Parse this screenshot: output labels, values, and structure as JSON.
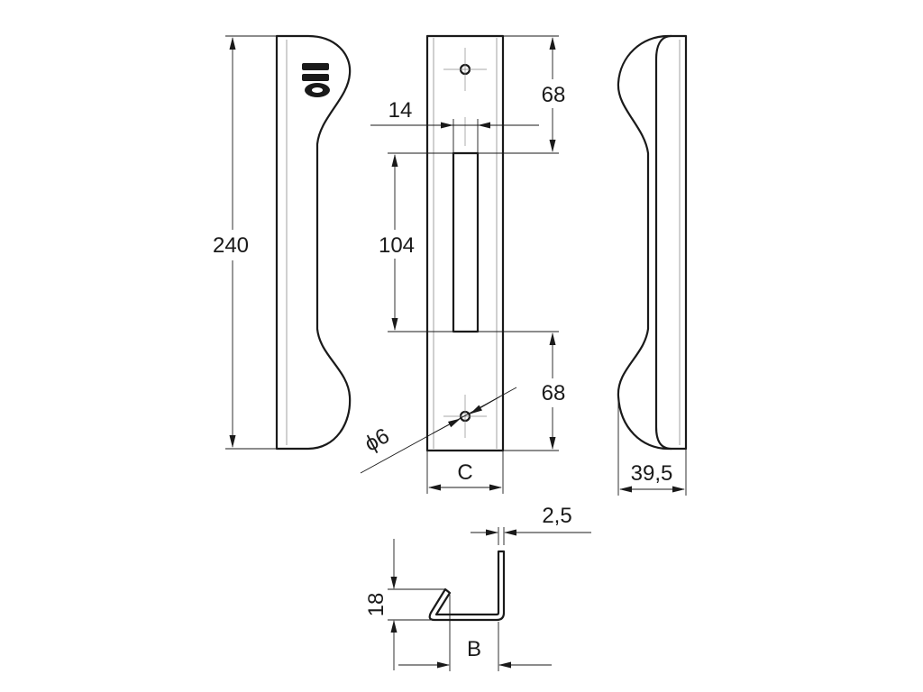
{
  "drawing": {
    "dimensions": {
      "height": "240",
      "hole_spacing_top": "68",
      "slot_length": "104",
      "hole_spacing_bottom": "68",
      "slot_width": "14",
      "hole_diameter": "ϕ6",
      "width": "C",
      "depth": "39,5",
      "thickness": "2,5",
      "hook_height": "18",
      "hook_width": "B"
    },
    "logo": "logo-icon"
  }
}
